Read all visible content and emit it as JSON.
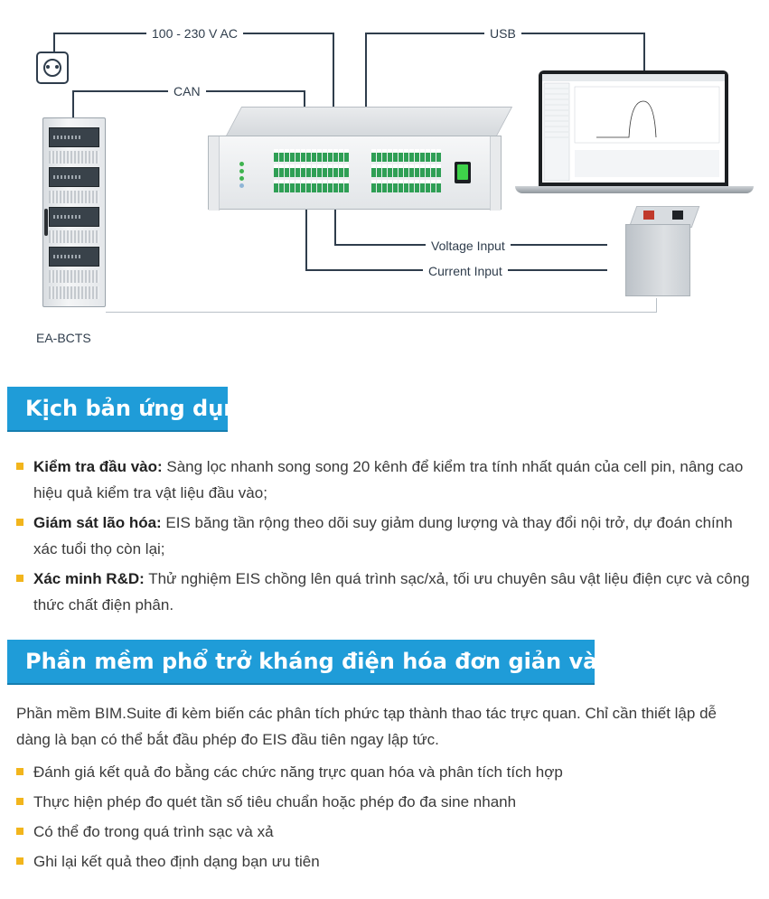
{
  "diagram": {
    "labels": {
      "ac_power": "100 - 230 V AC",
      "usb": "USB",
      "can": "CAN",
      "voltage_input": "Voltage Input",
      "current_input": "Current Input",
      "rack_name": "EA-BCTS"
    },
    "icons": [
      "power-socket-icon",
      "battery-tester-rack",
      "eis-device",
      "laptop",
      "battery-cell"
    ],
    "colors": {
      "wire": "#2f3d4c",
      "terminal_green": "#2f9f55",
      "switch_green": "#3ed24a"
    }
  },
  "section_1": {
    "title": "Kịch bản ứng dụng",
    "items": [
      {
        "term": "Kiểm tra đầu vào:",
        "text": " Sàng lọc nhanh song song 20 kênh để kiểm tra tính nhất quán của cell pin, nâng cao hiệu quả kiểm tra vật liệu đầu vào;"
      },
      {
        "term": "Giám sát lão hóa:",
        "text": " EIS băng tần rộng theo dõi suy giảm dung lượng và thay đổi nội trở, dự đoán chính xác tuổi thọ còn lại;"
      },
      {
        "term": "Xác minh R&D:",
        "text": " Thử nghiệm EIS chồng lên quá trình sạc/xả, tối ưu chuyên sâu vật liệu điện cực và công thức chất điện phân."
      }
    ]
  },
  "section_2": {
    "title": "Phần mềm phổ trở kháng điện hóa đơn giản và trực quan",
    "intro": "Phần mềm BIM.Suite đi kèm biến các phân tích phức tạp thành thao tác trực quan. Chỉ cần thiết lập dễ dàng là bạn có thể bắt đầu phép đo EIS đầu tiên ngay lập tức.",
    "items": [
      "Đánh giá kết quả đo bằng các chức năng trực quan hóa và phân tích tích hợp",
      "Thực hiện phép đo quét tần số tiêu chuẩn hoặc phép đo đa sine nhanh",
      "Có thể đo trong quá trình sạc và xả",
      "Ghi lại kết quả theo định dạng bạn ưu tiên"
    ]
  },
  "theme": {
    "header_bg": "#1f9cd8",
    "bullet": "#f2b51c"
  }
}
